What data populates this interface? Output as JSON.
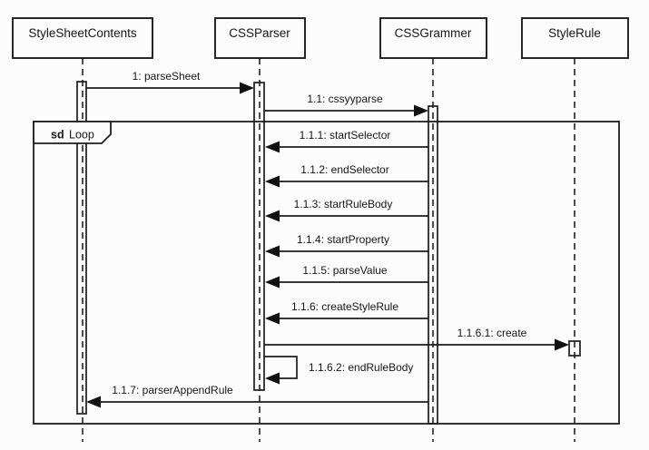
{
  "diagram": {
    "kind": "uml-sequence-diagram",
    "frame": {
      "keyword": "sd",
      "name": "Loop"
    },
    "participants": [
      {
        "name": "StyleSheetContents"
      },
      {
        "name": "CSSParser"
      },
      {
        "name": "CSSGrammer"
      },
      {
        "name": "StyleRule"
      }
    ],
    "messages": [
      {
        "label": "1: parseSheet",
        "from": "StyleSheetContents",
        "to": "CSSParser",
        "type": "call"
      },
      {
        "label": "1.1: cssyyparse",
        "from": "CSSParser",
        "to": "CSSGrammer",
        "type": "call"
      },
      {
        "label": "1.1.1: startSelector",
        "from": "CSSGrammer",
        "to": "CSSParser",
        "type": "call"
      },
      {
        "label": "1.1.2: endSelector",
        "from": "CSSGrammer",
        "to": "CSSParser",
        "type": "call"
      },
      {
        "label": "1.1.3: startRuleBody",
        "from": "CSSGrammer",
        "to": "CSSParser",
        "type": "call"
      },
      {
        "label": "1.1.4: startProperty",
        "from": "CSSGrammer",
        "to": "CSSParser",
        "type": "call"
      },
      {
        "label": "1.1.5: parseValue",
        "from": "CSSGrammer",
        "to": "CSSParser",
        "type": "call"
      },
      {
        "label": "1.1.6: createStyleRule",
        "from": "CSSGrammer",
        "to": "CSSParser",
        "type": "call"
      },
      {
        "label": "1.1.6.1: create",
        "from": "CSSParser",
        "to": "StyleRule",
        "type": "create"
      },
      {
        "label": "1.1.6.2: endRuleBody",
        "from": "CSSParser",
        "to": "CSSParser",
        "type": "self"
      },
      {
        "label": "1.1.7: parserAppendRule",
        "from": "CSSGrammer",
        "to": "StyleSheetContents",
        "type": "call"
      }
    ],
    "colors": {
      "line": "#1d1d1d",
      "background": "#fcfcfc",
      "text": "#161616"
    }
  }
}
